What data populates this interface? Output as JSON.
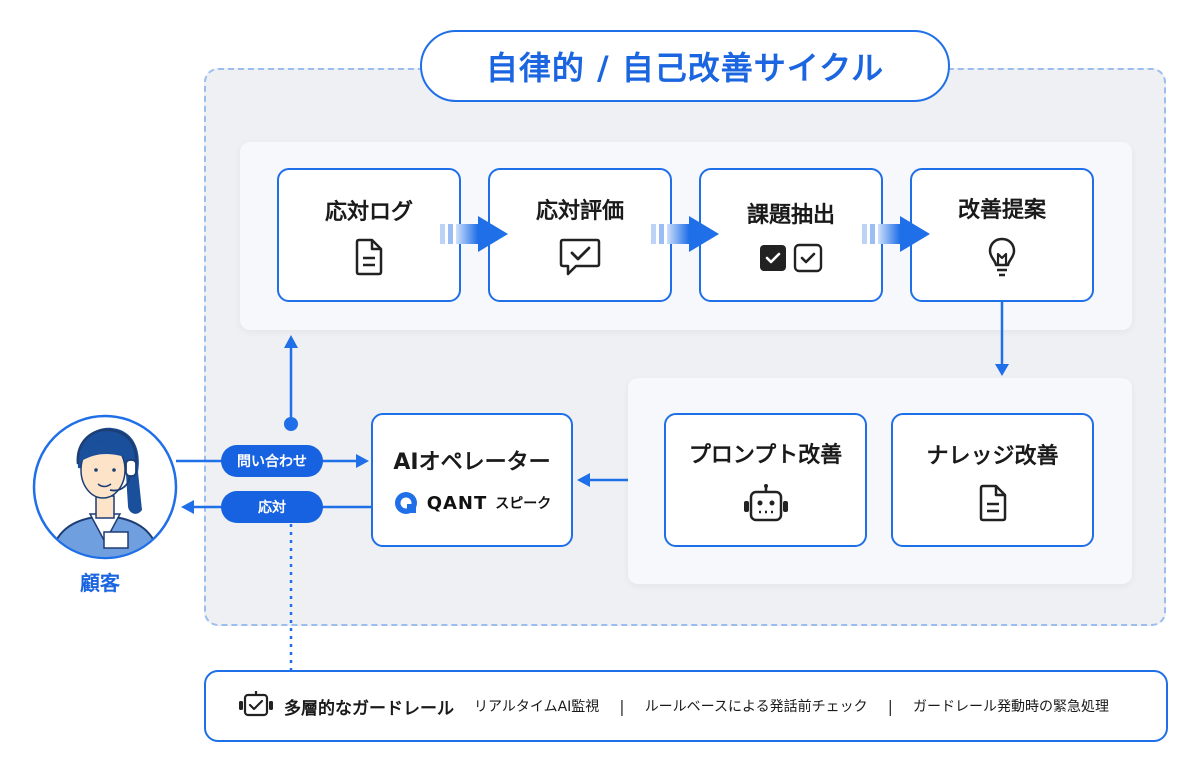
{
  "title": "自律的 / 自己改善サイクル",
  "cycle_steps": [
    {
      "label": "応対ログ",
      "icon": "document-icon"
    },
    {
      "label": "応対評価",
      "icon": "chat-check-icon"
    },
    {
      "label": "課題抽出",
      "icon": "checkbox-icon"
    },
    {
      "label": "改善提案",
      "icon": "lightbulb-icon"
    }
  ],
  "improvements": [
    {
      "label": "プロンプト改善",
      "icon": "robot-icon"
    },
    {
      "label": "ナレッジ改善",
      "icon": "document-icon"
    }
  ],
  "operator": {
    "title": "AIオペレーター",
    "brand": "QANT",
    "brand_sub": "スピーク"
  },
  "customer": {
    "label": "顧客"
  },
  "flows": {
    "inquiry": "問い合わせ",
    "response": "応対"
  },
  "guardrail": {
    "title": "多層的なガードレール",
    "items": [
      "リアルタイムAI監視",
      "ルールベースによる発話前チェック",
      "ガードレール発動時の緊急処理"
    ],
    "separator": "|"
  },
  "colors": {
    "primary": "#1f6fe8",
    "pill": "#1662e0",
    "frame_bg": "#eef0f4",
    "panel_bg": "#f7f8fb"
  }
}
